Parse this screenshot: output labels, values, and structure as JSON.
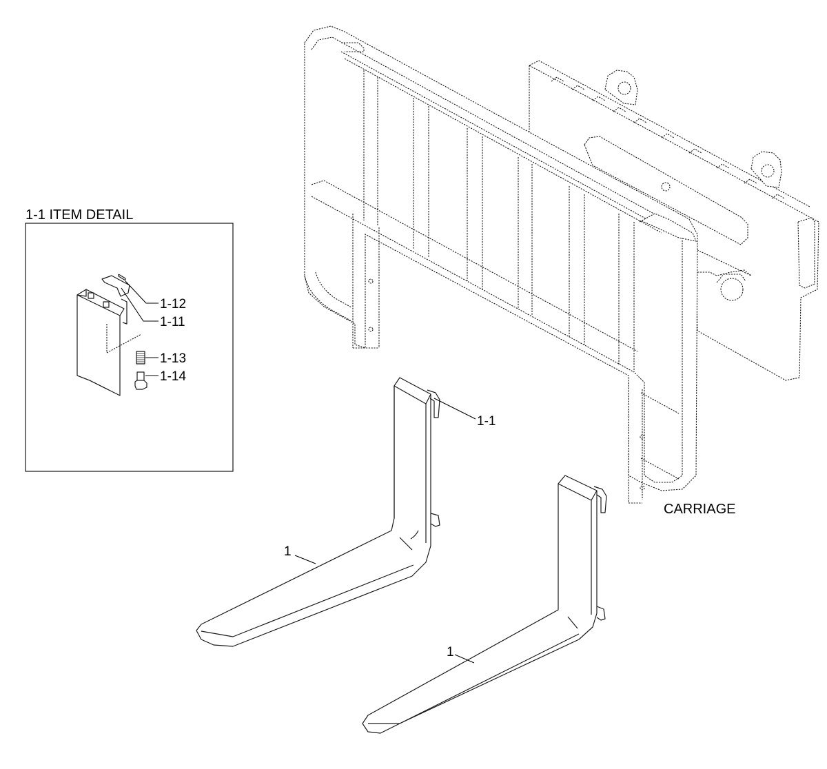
{
  "detail_box": {
    "title": "1-1 ITEM DETAIL",
    "callouts": [
      "1-12",
      "1-11",
      "1-13",
      "1-14"
    ]
  },
  "callouts": {
    "fork_attachment": "1-1",
    "fork_left": "1",
    "fork_right": "1"
  },
  "carriage_label": "CARRIAGE"
}
